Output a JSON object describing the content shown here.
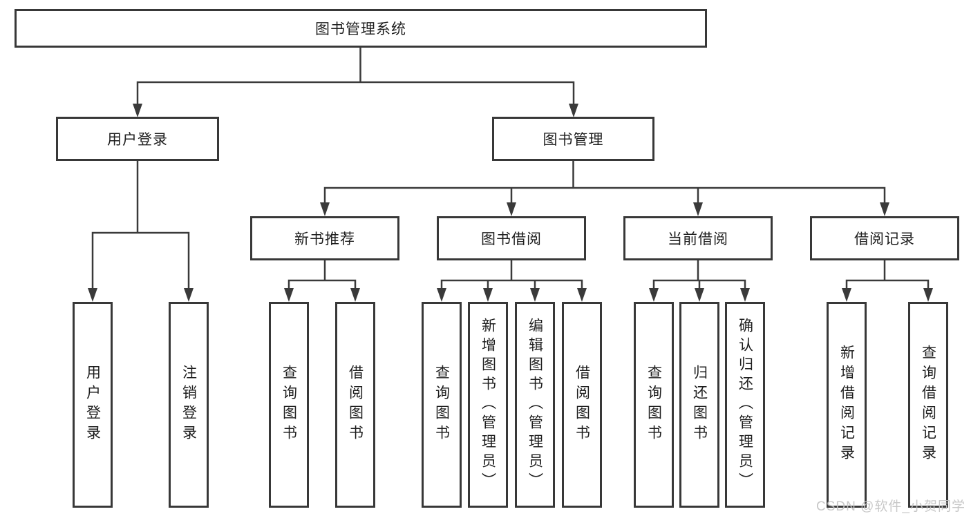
{
  "nodes": {
    "root": "图书管理系统",
    "userLogin": "用户登录",
    "bookMgmt": "图书管理",
    "newBook": "新书推荐",
    "bookBorrow": "图书借阅",
    "currentBorrow": "当前借阅",
    "borrowRecords": "借阅记录",
    "leafUserLogin": "用户登录",
    "leafLogout": "注销登录",
    "leafNbQuery": "查询图书",
    "leafNbBorrow": "借阅图书",
    "leafBbQuery": "查询图书",
    "leafBbAdd": "新增图书（管理员）",
    "leafBbEdit": "编辑图书（管理员）",
    "leafBbBorrow": "借阅图书",
    "leafCbQuery": "查询图书",
    "leafCbReturn": "归还图书",
    "leafCbConfirm": "确认归还（管理员）",
    "leafBrAdd": "新增借阅记录",
    "leafBrQuery": "查询借阅记录"
  },
  "watermark": "CSDN @软件_小贺同学",
  "colors": {
    "line": "#3a3a3a",
    "border": "#383838",
    "text": "#1e1e1e",
    "watermark": "#c3c3c3",
    "background": "#ffffff"
  }
}
